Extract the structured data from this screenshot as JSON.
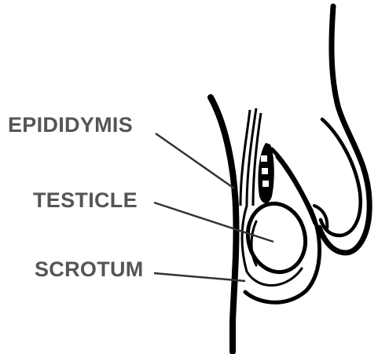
{
  "labels": {
    "epididymis": "EPIDIDYMIS",
    "testicle": "TESTICLE",
    "scrotum": "SCROTUM"
  },
  "colors": {
    "ink": "#000000",
    "label_text": "#555555",
    "leader_line": "#333333",
    "background": "#ffffff"
  }
}
